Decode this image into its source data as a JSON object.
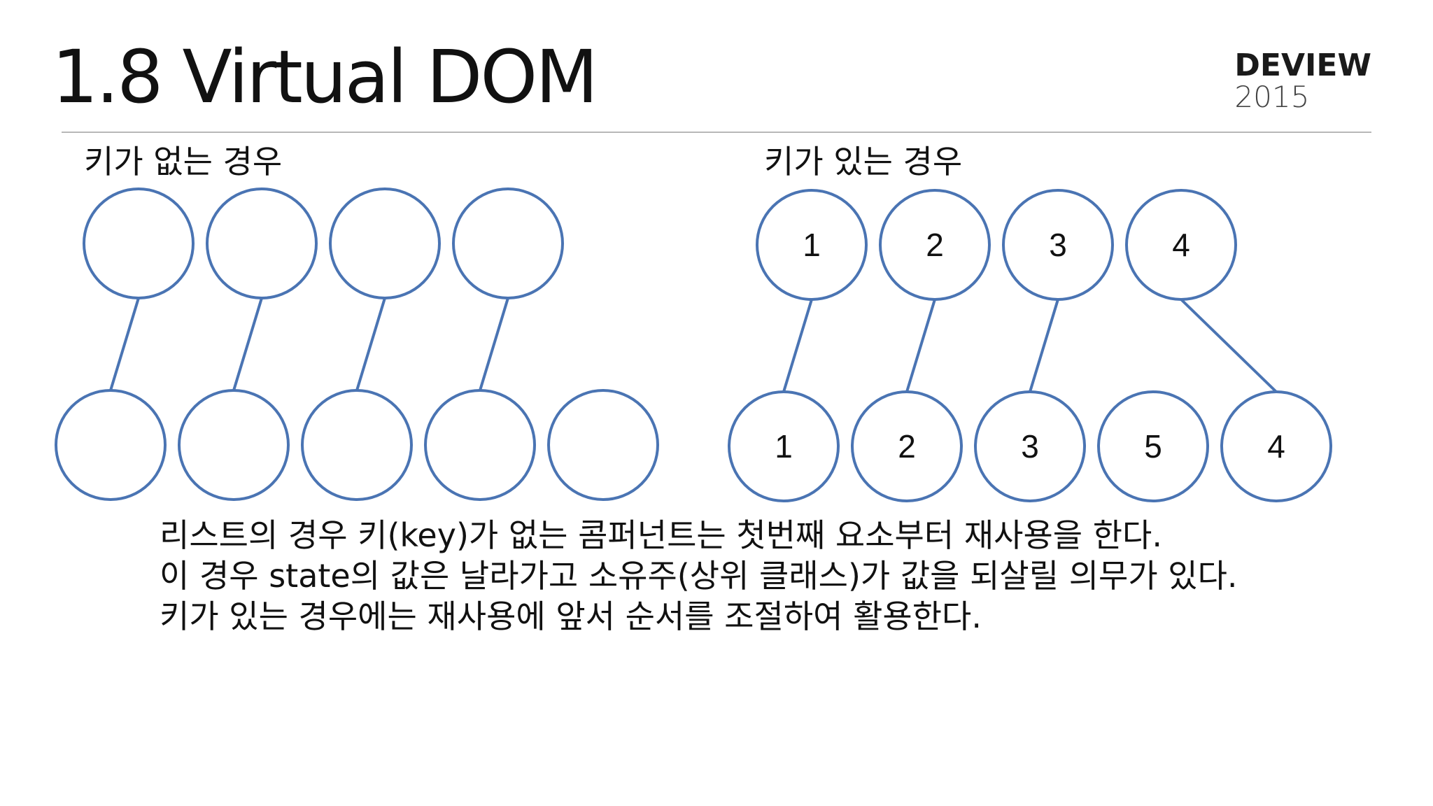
{
  "title": "1.8 Virtual DOM",
  "logo": {
    "name": "DEVIEW",
    "year": "2015"
  },
  "sections": {
    "without_key": {
      "label": "키가 없는 경우",
      "top_nodes": [
        "",
        "",
        "",
        ""
      ],
      "bottom_nodes": [
        "",
        "",
        "",
        "",
        ""
      ],
      "links": [
        [
          0,
          0
        ],
        [
          1,
          1
        ],
        [
          2,
          2
        ],
        [
          3,
          3
        ]
      ]
    },
    "with_key": {
      "label": "키가 있는 경우",
      "top_nodes": [
        "1",
        "2",
        "3",
        "4"
      ],
      "bottom_nodes": [
        "1",
        "2",
        "3",
        "5",
        "4"
      ],
      "links": [
        [
          0,
          0
        ],
        [
          1,
          1
        ],
        [
          2,
          2
        ],
        [
          3,
          4
        ]
      ]
    }
  },
  "body_lines": [
    "리스트의 경우 키(key)가 없는 콤퍼넌트는 첫번째 요소부터 재사용을 한다.",
    "이 경우 state의 값은 날라가고 소유주(상위 클래스)가 값을 되살릴 의무가 있다.",
    "키가 있는 경우에는 재사용에 앞서 순서를 조절하여 활용한다."
  ],
  "colors": {
    "node_stroke": "#4a74b3",
    "link": "#4a74b3"
  }
}
